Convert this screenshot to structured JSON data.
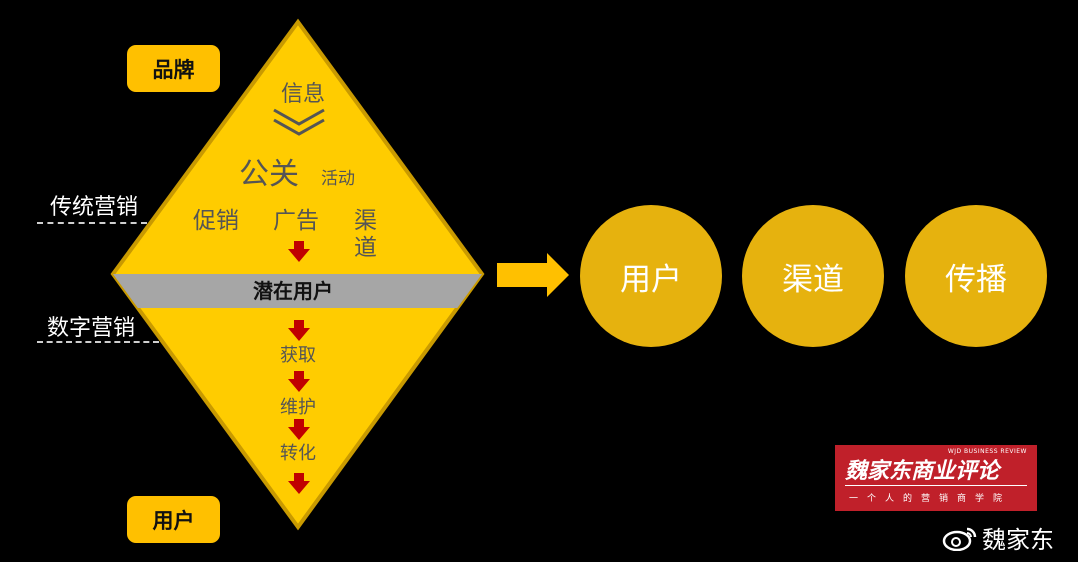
{
  "tags": {
    "brand": "品牌",
    "user": "用户"
  },
  "side_labels": {
    "traditional": "传统营销",
    "digital": "数字营销"
  },
  "diamond": {
    "info": "信息",
    "pr": "公关",
    "activity": "活动",
    "promotion": "促销",
    "ads": "广告",
    "channel_top": "渠",
    "channel_bottom": "道",
    "potential_users": "潜在用户",
    "acquire": "获取",
    "maintain": "维护",
    "convert": "转化"
  },
  "circles": [
    "用户",
    "渠道",
    "传播"
  ],
  "logo": {
    "main": "魏家东商业评论",
    "english": "WJD BUSINESS REVIEW",
    "sub": "一个人的营销商学院"
  },
  "watermark": {
    "text": "魏家东"
  },
  "colors": {
    "gold": "#FFC000",
    "diamond": "#FFCC00",
    "band": "#A6A6A6",
    "circle": "#E6B20E",
    "arrow_red": "#C00000",
    "logo_red": "#C0202A"
  }
}
